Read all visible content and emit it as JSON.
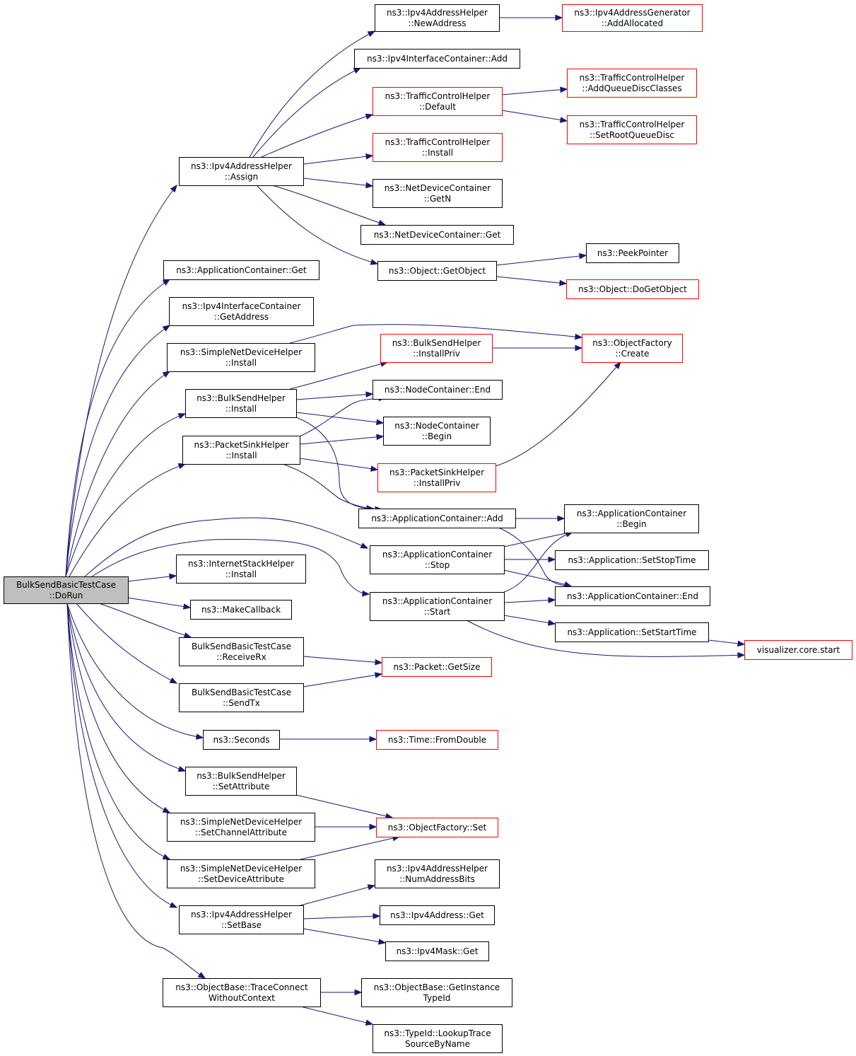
{
  "colors": {
    "edge": "#191970",
    "node_border": "#000000",
    "incomplete_border": "#ff0000",
    "root_fill": "#bfbfbf"
  },
  "nodes": {
    "root": {
      "lines": [
        "BulkSendBasicTestCase",
        "::DoRun"
      ]
    },
    "assign": {
      "lines": [
        "ns3::Ipv4AddressHelper",
        "::Assign"
      ]
    },
    "appContainerGet": {
      "lines": [
        "ns3::ApplicationContainer::Get"
      ]
    },
    "getAddress": {
      "lines": [
        "ns3::Ipv4InterfaceContainer",
        "::GetAddress"
      ]
    },
    "simpleInstall": {
      "lines": [
        "ns3::SimpleNetDeviceHelper",
        "::Install"
      ]
    },
    "bulkInstall": {
      "lines": [
        "ns3::BulkSendHelper",
        "::Install"
      ]
    },
    "sinkInstall": {
      "lines": [
        "ns3::PacketSinkHelper",
        "::Install"
      ]
    },
    "internetInstall": {
      "lines": [
        "ns3::InternetStackHelper",
        "::Install"
      ]
    },
    "makeCallback": {
      "lines": [
        "ns3::MakeCallback"
      ]
    },
    "receiveRx": {
      "lines": [
        "BulkSendBasicTestCase",
        "::ReceiveRx"
      ]
    },
    "sendTx": {
      "lines": [
        "BulkSendBasicTestCase",
        "::SendTx"
      ]
    },
    "seconds": {
      "lines": [
        "ns3::Seconds"
      ]
    },
    "bulkSetAttr": {
      "lines": [
        "ns3::BulkSendHelper",
        "::SetAttribute"
      ]
    },
    "setChannelAttr": {
      "lines": [
        "ns3::SimpleNetDeviceHelper",
        "::SetChannelAttribute"
      ]
    },
    "setDeviceAttr": {
      "lines": [
        "ns3::SimpleNetDeviceHelper",
        "::SetDeviceAttribute"
      ]
    },
    "setBase": {
      "lines": [
        "ns3::Ipv4AddressHelper",
        "::SetBase"
      ]
    },
    "traceConnect": {
      "lines": [
        "ns3::ObjectBase::TraceConnect",
        "WithoutContext"
      ]
    },
    "newAddress": {
      "lines": [
        "ns3::Ipv4AddressHelper",
        "::NewAddress"
      ]
    },
    "ifaceAdd": {
      "lines": [
        "ns3::Ipv4InterfaceContainer::Add"
      ]
    },
    "tcDefault": {
      "lines": [
        "ns3::TrafficControlHelper",
        "::Default"
      ]
    },
    "tcInstall": {
      "lines": [
        "ns3::TrafficControlHelper",
        "::Install"
      ]
    },
    "ndcGetN": {
      "lines": [
        "ns3::NetDeviceContainer",
        "::GetN"
      ]
    },
    "ndcGet": {
      "lines": [
        "ns3::NetDeviceContainer::Get"
      ]
    },
    "getObject": {
      "lines": [
        "ns3::Object::GetObject"
      ]
    },
    "bulkInstallPriv": {
      "lines": [
        "ns3::BulkSendHelper",
        "::InstallPriv"
      ]
    },
    "ncEnd": {
      "lines": [
        "ns3::NodeContainer::End"
      ]
    },
    "ncBegin": {
      "lines": [
        "ns3::NodeContainer",
        "::Begin"
      ]
    },
    "sinkInstallPriv": {
      "lines": [
        "ns3::PacketSinkHelper",
        "::InstallPriv"
      ]
    },
    "appAdd": {
      "lines": [
        "ns3::ApplicationContainer::Add"
      ]
    },
    "appStop": {
      "lines": [
        "ns3::ApplicationContainer",
        "::Stop"
      ]
    },
    "appStart": {
      "lines": [
        "ns3::ApplicationContainer",
        "::Start"
      ]
    },
    "packetGetSize": {
      "lines": [
        "ns3::Packet::GetSize"
      ]
    },
    "timeFromDouble": {
      "lines": [
        "ns3::Time::FromDouble"
      ]
    },
    "ofSet": {
      "lines": [
        "ns3::ObjectFactory::Set"
      ]
    },
    "numAddressBits": {
      "lines": [
        "ns3::Ipv4AddressHelper",
        "::NumAddressBits"
      ]
    },
    "ipv4AddrGet": {
      "lines": [
        "ns3::Ipv4Address::Get"
      ]
    },
    "ipv4MaskGet": {
      "lines": [
        "ns3::Ipv4Mask::Get"
      ]
    },
    "getInstanceTypeId": {
      "lines": [
        "ns3::ObjectBase::GetInstance",
        "TypeId"
      ]
    },
    "lookupTrace": {
      "lines": [
        "ns3::TypeId::LookupTrace",
        "SourceByName"
      ]
    },
    "addAllocated": {
      "lines": [
        "ns3::Ipv4AddressGenerator",
        "::AddAllocated"
      ]
    },
    "addQueueDiscClasses": {
      "lines": [
        "ns3::TrafficControlHelper",
        "::AddQueueDiscClasses"
      ]
    },
    "setRootQueueDisc": {
      "lines": [
        "ns3::TrafficControlHelper",
        "::SetRootQueueDisc"
      ]
    },
    "peekPointer": {
      "lines": [
        "ns3::PeekPointer"
      ]
    },
    "doGetObject": {
      "lines": [
        "ns3::Object::DoGetObject"
      ]
    },
    "ofCreate": {
      "lines": [
        "ns3::ObjectFactory",
        "::Create"
      ]
    },
    "appBegin": {
      "lines": [
        "ns3::ApplicationContainer",
        "::Begin"
      ]
    },
    "setStopTime": {
      "lines": [
        "ns3::Application::SetStopTime"
      ]
    },
    "appEnd": {
      "lines": [
        "ns3::ApplicationContainer::End"
      ]
    },
    "setStartTime": {
      "lines": [
        "ns3::Application::SetStartTime"
      ]
    },
    "vizStart": {
      "lines": [
        "visualizer.core.start"
      ]
    }
  }
}
